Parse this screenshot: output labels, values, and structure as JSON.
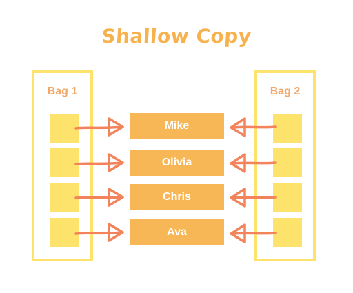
{
  "title": "Shallow Copy",
  "bag_left": {
    "label": "Bag 1"
  },
  "bag_right": {
    "label": "Bag 2"
  },
  "items": [
    "Mike",
    "Olivia",
    "Chris",
    "Ava"
  ],
  "colors": {
    "title": "#f7b24d",
    "bag_border": "#fde36b",
    "slot_fill": "#fde36b",
    "item_fill": "#f8b756",
    "item_text": "#ffffff",
    "arrow": "#f2835a",
    "bag_label": "#f2a86a"
  }
}
